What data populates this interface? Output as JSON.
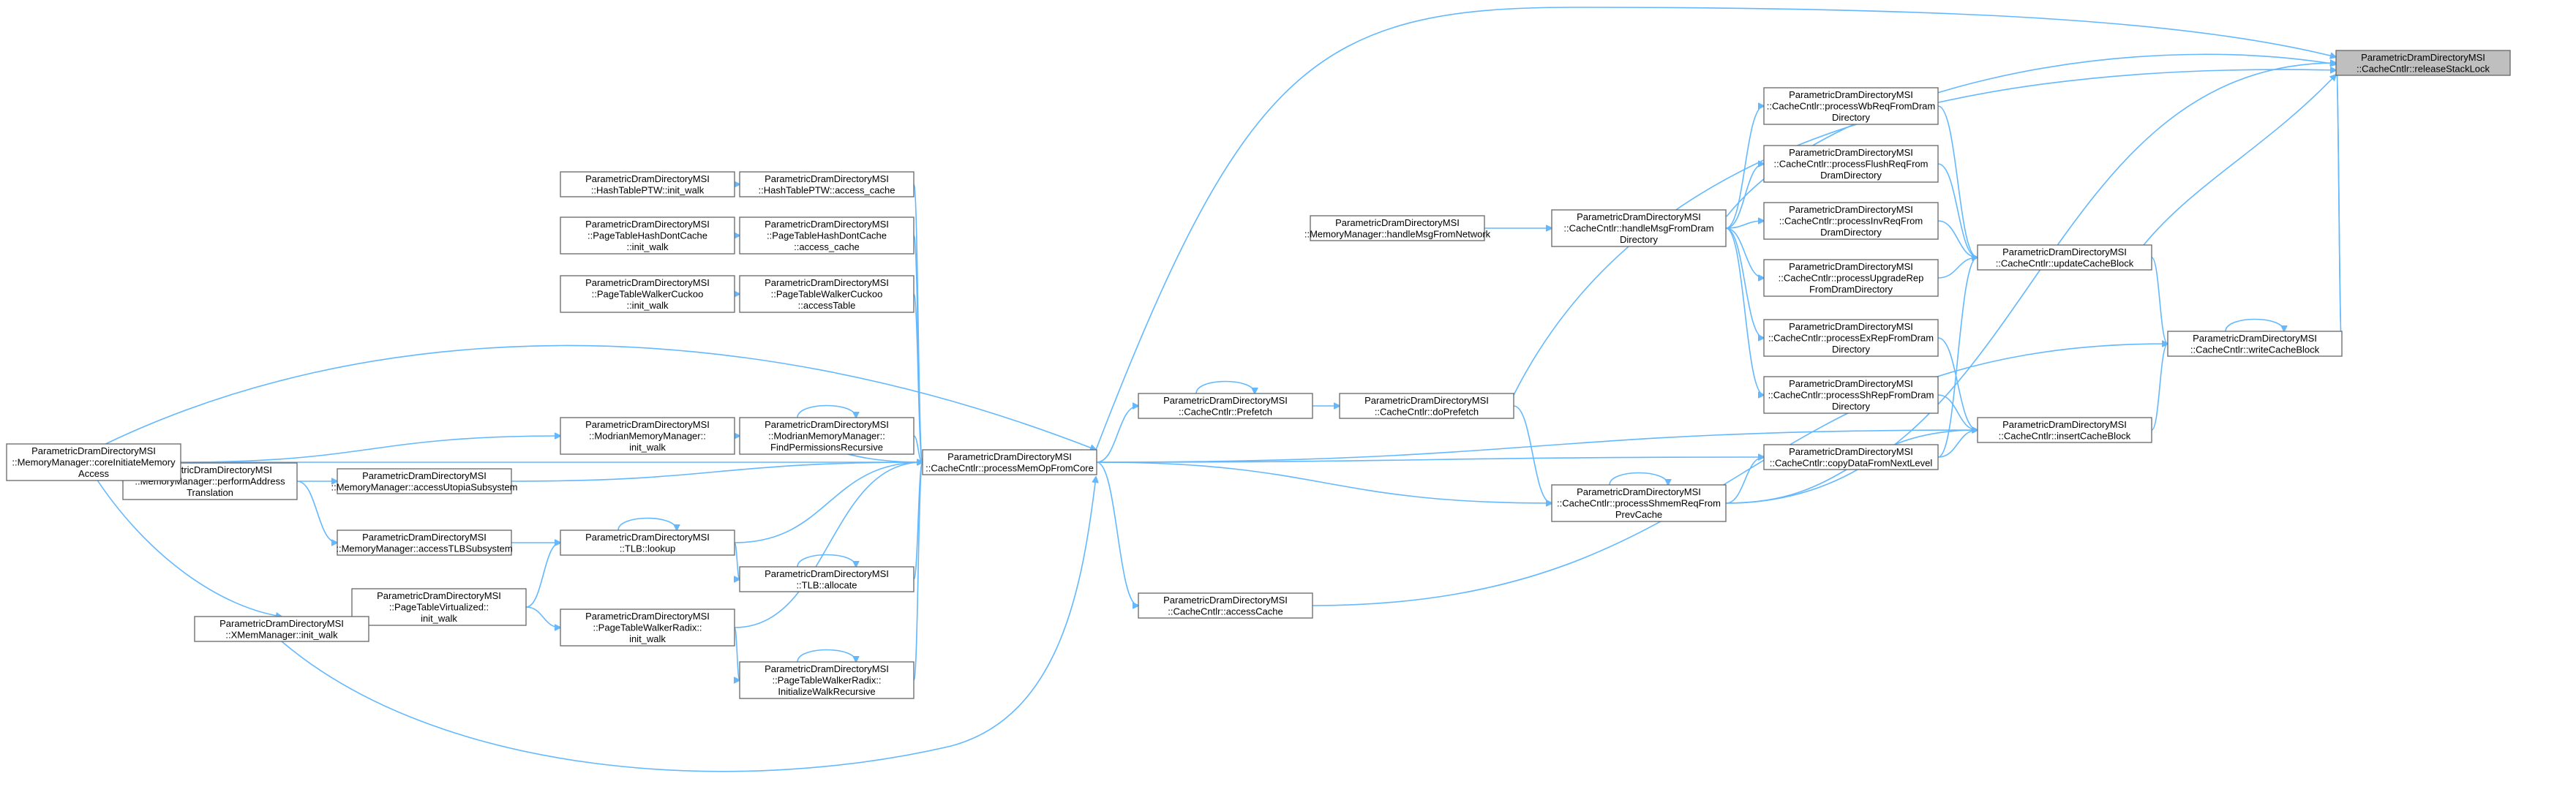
{
  "graph": {
    "nodes": [
      {
        "id": "root",
        "lines": [
          "ParametricDramDirectoryMSI",
          "::CacheCntlr::releaseStackLock"
        ]
      },
      {
        "id": "writeCacheBlock",
        "lines": [
          "ParametricDramDirectoryMSI",
          "::CacheCntlr::writeCacheBlock"
        ]
      },
      {
        "id": "updateCacheBlock",
        "lines": [
          "ParametricDramDirectoryMSI",
          "::CacheCntlr::updateCacheBlock"
        ]
      },
      {
        "id": "insertCacheBlock",
        "lines": [
          "ParametricDramDirectoryMSI",
          "::CacheCntlr::insertCacheBlock"
        ]
      },
      {
        "id": "processWbReq",
        "lines": [
          "ParametricDramDirectoryMSI",
          "::CacheCntlr::processWbReqFromDram",
          "Directory"
        ]
      },
      {
        "id": "processFlushReq",
        "lines": [
          "ParametricDramDirectoryMSI",
          "::CacheCntlr::processFlushReqFrom",
          "DramDirectory"
        ]
      },
      {
        "id": "processInvReq",
        "lines": [
          "ParametricDramDirectoryMSI",
          "::CacheCntlr::processInvReqFrom",
          "DramDirectory"
        ]
      },
      {
        "id": "processUpgradeRep",
        "lines": [
          "ParametricDramDirectoryMSI",
          "::CacheCntlr::processUpgradeRep",
          "FromDramDirectory"
        ]
      },
      {
        "id": "processExRep",
        "lines": [
          "ParametricDramDirectoryMSI",
          "::CacheCntlr::processExRepFromDram",
          "Directory"
        ]
      },
      {
        "id": "processShRep",
        "lines": [
          "ParametricDramDirectoryMSI",
          "::CacheCntlr::processShRepFromDram",
          "Directory"
        ]
      },
      {
        "id": "copyData",
        "lines": [
          "ParametricDramDirectoryMSI",
          "::CacheCntlr::copyDataFromNextLevel"
        ]
      },
      {
        "id": "handleMsgFromDram",
        "lines": [
          "ParametricDramDirectoryMSI",
          "::CacheCntlr::handleMsgFromDram",
          "Directory"
        ]
      },
      {
        "id": "processShmem",
        "lines": [
          "ParametricDramDirectoryMSI",
          "::CacheCntlr::processShmemReqFrom",
          "PrevCache"
        ]
      },
      {
        "id": "handleMsgFromNetwork",
        "lines": [
          "ParametricDramDirectoryMSI",
          "::MemoryManager::handleMsgFromNetwork"
        ]
      },
      {
        "id": "doPrefetch",
        "lines": [
          "ParametricDramDirectoryMSI",
          "::CacheCntlr::doPrefetch"
        ]
      },
      {
        "id": "prefetch",
        "lines": [
          "ParametricDramDirectoryMSI",
          "::CacheCntlr::Prefetch"
        ]
      },
      {
        "id": "accessCache",
        "lines": [
          "ParametricDramDirectoryMSI",
          "::CacheCntlr::accessCache"
        ]
      },
      {
        "id": "processMemOp",
        "lines": [
          "ParametricDramDirectoryMSI",
          "::CacheCntlr::processMemOpFromCore"
        ]
      },
      {
        "id": "htAccessCache",
        "lines": [
          "ParametricDramDirectoryMSI",
          "::HashTablePTW::access_cache"
        ]
      },
      {
        "id": "htInitWalk",
        "lines": [
          "ParametricDramDirectoryMSI",
          "::HashTablePTW::init_walk"
        ]
      },
      {
        "id": "phdcAccessCache",
        "lines": [
          "ParametricDramDirectoryMSI",
          "::PageTableHashDontCache",
          "::access_cache"
        ]
      },
      {
        "id": "phdcInitWalk",
        "lines": [
          "ParametricDramDirectoryMSI",
          "::PageTableHashDontCache",
          "::init_walk"
        ]
      },
      {
        "id": "pwcAccessTable",
        "lines": [
          "ParametricDramDirectoryMSI",
          "::PageTableWalkerCuckoo",
          "::accessTable"
        ]
      },
      {
        "id": "pwcInitWalk",
        "lines": [
          "ParametricDramDirectoryMSI",
          "::PageTableWalkerCuckoo",
          "::init_walk"
        ]
      },
      {
        "id": "modrianInitWalk",
        "lines": [
          "ParametricDramDirectoryMSI",
          "::ModrianMemoryManager::",
          "init_walk"
        ]
      },
      {
        "id": "modrianFindPerm",
        "lines": [
          "ParametricDramDirectoryMSI",
          "::ModrianMemoryManager::",
          "FindPermissionsRecursive"
        ]
      },
      {
        "id": "accessUtopia",
        "lines": [
          "ParametricDramDirectoryMSI",
          "::MemoryManager::accessUtopiaSubsystem"
        ]
      },
      {
        "id": "accessTLBSub",
        "lines": [
          "ParametricDramDirectoryMSI",
          "::MemoryManager::accessTLBSubsystem"
        ]
      },
      {
        "id": "tlbLookup",
        "lines": [
          "ParametricDramDirectoryMSI",
          "::TLB::lookup"
        ]
      },
      {
        "id": "tlbAllocate",
        "lines": [
          "ParametricDramDirectoryMSI",
          "::TLB::allocate"
        ]
      },
      {
        "id": "ptVirtInit",
        "lines": [
          "ParametricDramDirectoryMSI",
          "::PageTableVirtualized::",
          "init_walk"
        ]
      },
      {
        "id": "ptwRadixInit",
        "lines": [
          "ParametricDramDirectoryMSI",
          "::PageTableWalkerRadix::",
          "init_walk"
        ]
      },
      {
        "id": "ptwRadixInitRec",
        "lines": [
          "ParametricDramDirectoryMSI",
          "::PageTableWalkerRadix::",
          "InitializeWalkRecursive"
        ]
      },
      {
        "id": "performAddrTrans",
        "lines": [
          "ParametricDramDirectoryMSI",
          "::MemoryManager::performAddress",
          "Translation"
        ]
      },
      {
        "id": "coreInitiate",
        "lines": [
          "ParametricDramDirectoryMSI",
          "::MemoryManager::coreInitiateMemory",
          "Access"
        ]
      },
      {
        "id": "xmemInitWalk",
        "lines": [
          "ParametricDramDirectoryMSI",
          "::XMemManager::init_walk"
        ]
      }
    ]
  }
}
